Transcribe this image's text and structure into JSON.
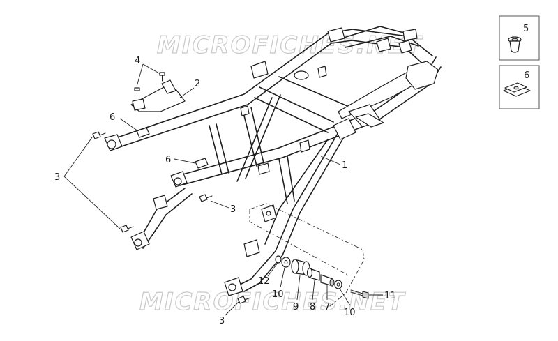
{
  "watermark": {
    "top": "MICROFICHES.NET",
    "bottom": "MICROFICHES.NET"
  },
  "callouts": {
    "c1": "1",
    "c2": "2",
    "c3a": "3",
    "c3b": "3",
    "c3c": "3",
    "c4": "4",
    "c5": "5",
    "c6a": "6",
    "c6b": "6",
    "c6c": "6",
    "c7": "7",
    "c8": "8",
    "c9": "9",
    "c10a": "10",
    "c10b": "10",
    "c11": "11",
    "c12": "12"
  }
}
